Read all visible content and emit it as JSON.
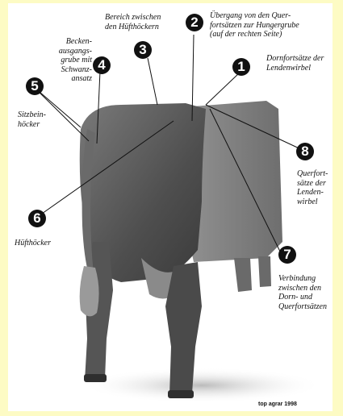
{
  "labels": {
    "l1": "Dornfortsätze der\nLendenwirbel",
    "l2": "Übergang von den Quer-\nfortsätzen zur Hungergrube\n(auf der rechten Seite)",
    "l3": "Bereich zwischen\nden Hüfthöckern",
    "l4": "Becken-\nausgangs-\ngrube mit\nSchwanz-\nansatz",
    "l5": "Sitzbein-\nhöcker",
    "l6": "Hüfthöcker",
    "l7": "Verbindung\nzwischen den\nDorn- und\nQuerfortsätzen",
    "l8": "Querfort-\nsätze der\nLenden-\nwirbel"
  },
  "badges": {
    "b1": "1",
    "b2": "2",
    "b3": "3",
    "b4": "4",
    "b5": "5",
    "b6": "6",
    "b7": "7",
    "b8": "8"
  },
  "credit": "top agrar 1998",
  "colors": {
    "background": "#fdfbc4",
    "badge": "#111111",
    "cow": "#5a5a5a"
  }
}
